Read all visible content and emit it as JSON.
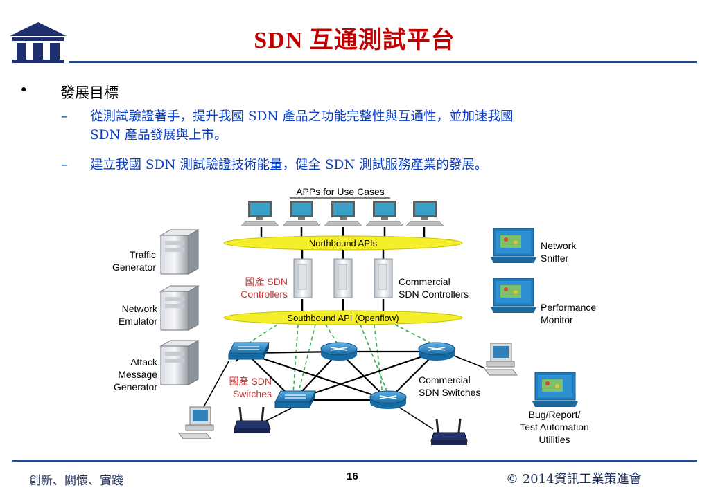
{
  "slide": {
    "title": "SDN 互通測試平台",
    "logo_text": "III"
  },
  "bullets": {
    "main": "發展目標",
    "main_marker": "•",
    "sub_marker": "–",
    "sub1_line1": "從測試驗證著手，提升我國 SDN 產品之功能完整性與互通性，並加速我國",
    "sub1_line2": "SDN 產品發展與上市。",
    "sub2": "建立我國 SDN 測試驗證技術能量，健全 SDN 測試服務產業的發展。"
  },
  "diagram": {
    "apps_label": "APPs for Use Cases",
    "northbound": "Northbound APIs",
    "southbound": "Southbound API (Openflow)",
    "domestic_controllers_1": "國產 SDN",
    "domestic_controllers_2": "Controllers",
    "commercial_controllers_1": "Commercial",
    "commercial_controllers_2": "SDN Controllers",
    "domestic_switches_1": "國產 SDN",
    "domestic_switches_2": "Switches",
    "commercial_switches_1": "Commercial",
    "commercial_switches_2": "SDN Switches",
    "traffic_1": "Traffic",
    "traffic_2": "Generator",
    "emulator_1": "Network",
    "emulator_2": "Emulator",
    "attack_1": "Attack",
    "attack_2": "Message",
    "attack_3": "Generator",
    "sniffer_1": "Network",
    "sniffer_2": "Sniffer",
    "perf_1": "Performance",
    "perf_2": "Monitor",
    "bug_1": "Bug/Report/",
    "bug_2": "Test Automation",
    "bug_3": "Utilities"
  },
  "footer": {
    "left": "創新、關懷、實踐",
    "page": "16",
    "right": "© 2014資訊工業策進會"
  },
  "colors": {
    "title": "#c00000",
    "accent_blue": "#0b3fbf",
    "rule": "#2b4a8a",
    "api_band": "#f5ee2a",
    "domestic_label": "#d03030",
    "device_blue": "#1f7fc0"
  }
}
